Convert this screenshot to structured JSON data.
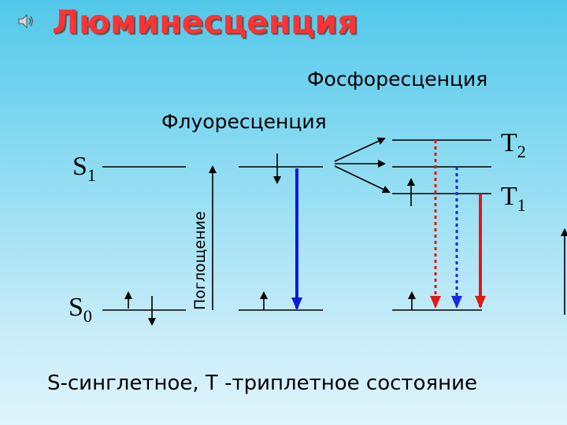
{
  "slide": {
    "title": "Люминесценция",
    "caption": "S-синглетное, Т -триплетное состояние"
  },
  "icons": {
    "speaker": "speaker-icon"
  },
  "labels": {
    "phosphorescence": "Фосфоресценция",
    "fluorescence": "Флуоресценция",
    "absorption": "Поглощение",
    "s1_main": "S",
    "s1_sub": "1",
    "s0_main": "S",
    "s0_sub": "0",
    "t2_main": "T",
    "t2_sub": "2",
    "t1_main": "T",
    "t1_sub": "1"
  },
  "colors": {
    "title": "#ff3333",
    "fluorescence_arrow": "#0a1ad8",
    "phosphorescence_arrow": "#e01818",
    "dotted_red": "#e01818",
    "dotted_blue": "#1a2ae0"
  }
}
